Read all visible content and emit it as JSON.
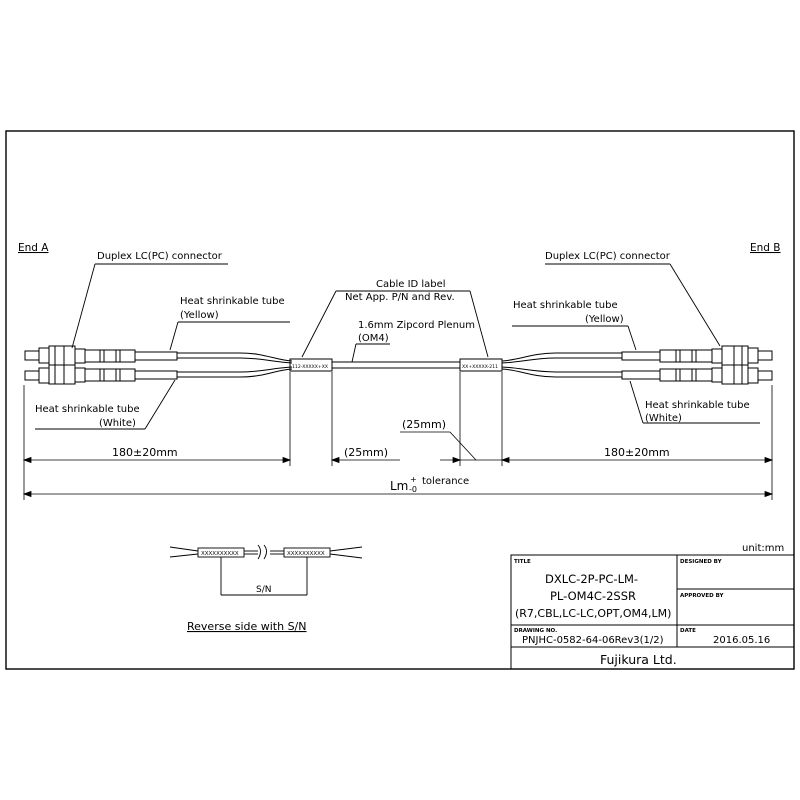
{
  "ends": {
    "a": "End A",
    "b": "End B"
  },
  "labels": {
    "connector_a": "Duplex LC(PC) connector",
    "connector_b": "Duplex LC(PC) connector",
    "heat_yellow_a_1": "Heat shrinkable tube",
    "heat_yellow_a_2": "(Yellow)",
    "heat_yellow_b_1": "Heat shrinkable tube",
    "heat_yellow_b_2": "(Yellow)",
    "heat_white_a_1": "Heat shrinkable tube",
    "heat_white_a_2": "(White)",
    "heat_white_b_1": "Heat shrinkable tube",
    "heat_white_b_2": "(White)",
    "cable_id_1": "Cable ID label",
    "cable_id_2": "Net App. P/N and Rev.",
    "zipcord_1": "1.6mm Zipcord Plenum",
    "zipcord_2": "(OM4)",
    "label_left_text": "112-XXXXX+XX",
    "label_right_text": "XX+XXXXX-211"
  },
  "dimensions": {
    "left": "180±20mm",
    "gap_left": "(25mm)",
    "gap_right": "(25mm)",
    "right": "180±20mm",
    "total_main": "Lm",
    "total_plus": "+",
    "total_minus": "-0",
    "total_tol": "tolerance"
  },
  "reverse": {
    "label_left": "XXXXXXXXXX",
    "label_right": "XXXXXXXXXX",
    "sn": "S/N",
    "caption": "Reverse side with S/N"
  },
  "title_block": {
    "unit": "unit:mm",
    "title_hdr": "TITLE",
    "title_lines": [
      "DXLC-2P-PC-LM-",
      "PL-OM4C-2SSR",
      "(R7,CBL,LC-LC,OPT,OM4,LM)"
    ],
    "designed_hdr": "DESIGNED BY",
    "approved_hdr": "APPROVED BY",
    "drawing_hdr": "DRAWING NO.",
    "drawing_no": "PNJHC-0582-64-06Rev3(1/2)",
    "date_hdr": "DATE",
    "date": "2016.05.16",
    "company": "Fujikura Ltd."
  }
}
